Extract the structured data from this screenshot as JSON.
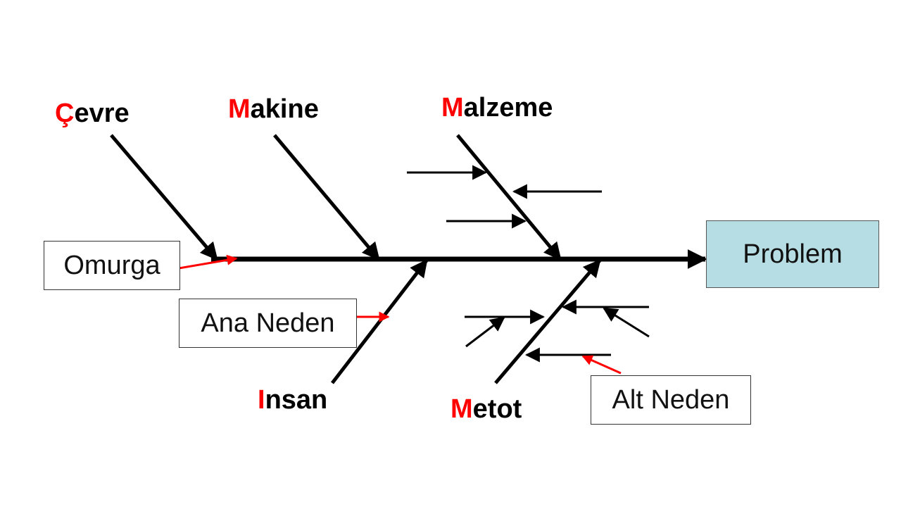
{
  "problem": {
    "label": "Problem"
  },
  "categories": {
    "cevre": {
      "initial": "Ç",
      "rest": "evre"
    },
    "makine": {
      "initial": "M",
      "rest": "akine"
    },
    "malzeme": {
      "initial": "M",
      "rest": "alzeme"
    },
    "insan": {
      "initial": "I",
      "rest": "nsan"
    },
    "metot": {
      "initial": "M",
      "rest": "etot"
    }
  },
  "callouts": {
    "omurga": "Omurga",
    "ana_neden": "Ana Neden",
    "alt_neden": "Alt Neden"
  },
  "colors": {
    "initial": "#ff0000",
    "lines": "#000000",
    "pointer": "#ff0000",
    "problem_fill": "#b7dde4"
  }
}
